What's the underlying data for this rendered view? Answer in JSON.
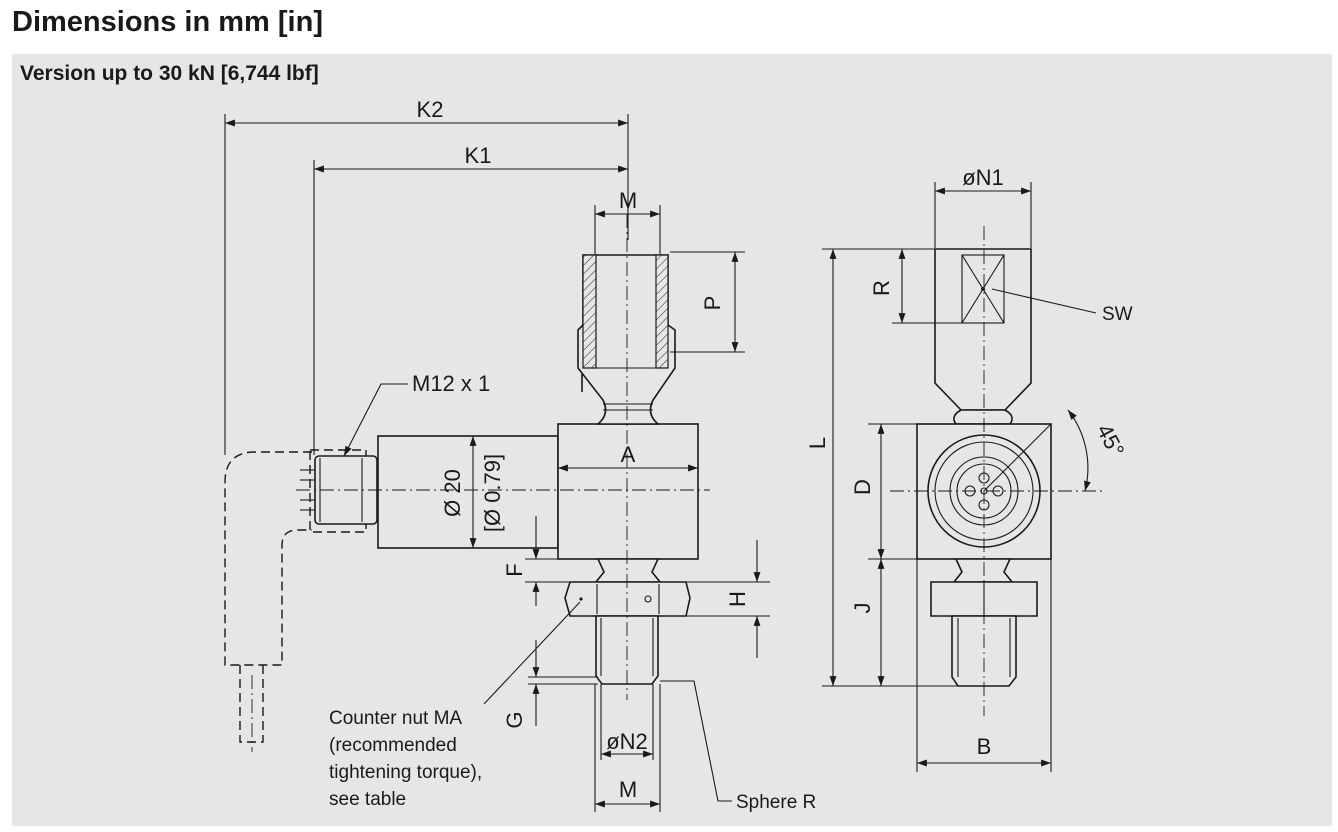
{
  "header": {
    "title": "Dimensions in mm [in]",
    "subtitle": "Version up to 30 kN [6,744 lbf]"
  },
  "side_view": {
    "labels": {
      "K2": "K2",
      "K1": "K1",
      "M_top": "M",
      "P": "P",
      "M12": "M12 x 1",
      "A": "A",
      "dia20": "Ø 20",
      "dia079": "[Ø 0.79]",
      "F": "F",
      "H": "H",
      "G": "G",
      "N2": "øN2",
      "M_bottom": "M",
      "counter_nut": [
        "Counter nut MA",
        "(recommended",
        "tightening torque),",
        "see table"
      ],
      "sphere": "Sphere R"
    }
  },
  "front_view": {
    "labels": {
      "N1": "øN1",
      "R": "R",
      "SW": "SW",
      "L": "L",
      "D": "D",
      "J": "J",
      "angle": "45°",
      "B": "B"
    }
  }
}
